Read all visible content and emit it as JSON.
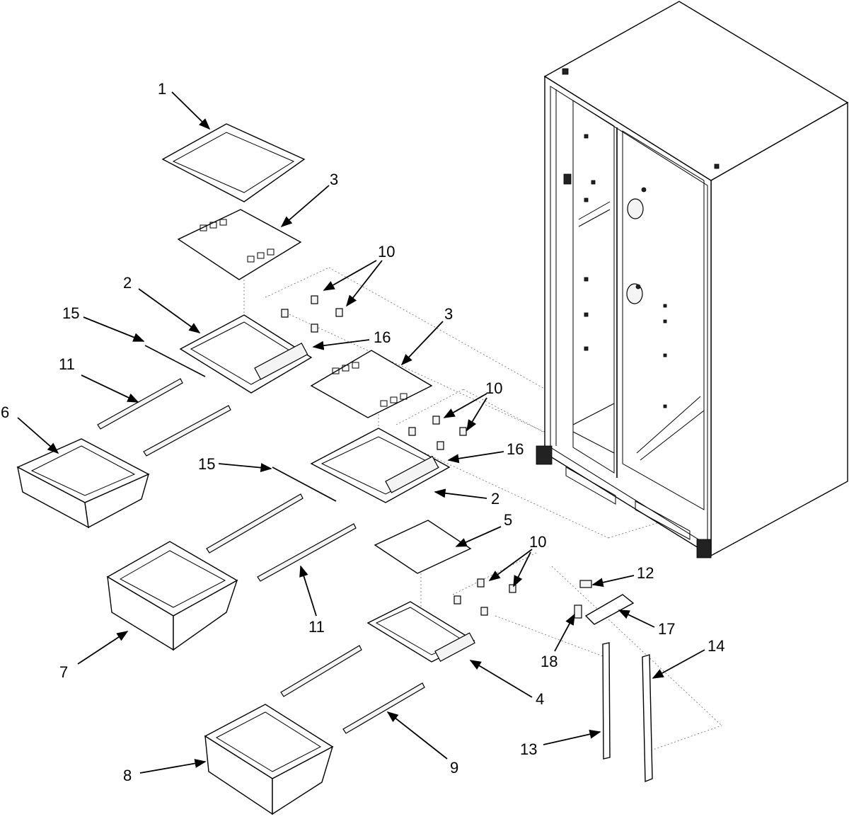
{
  "diagram": {
    "callouts": [
      {
        "id": "c1",
        "label": "1"
      },
      {
        "id": "c3a",
        "label": "3"
      },
      {
        "id": "c10a",
        "label": "10"
      },
      {
        "id": "c2a",
        "label": "2"
      },
      {
        "id": "c15a",
        "label": "15"
      },
      {
        "id": "c16a",
        "label": "16"
      },
      {
        "id": "c11a",
        "label": "11"
      },
      {
        "id": "c6",
        "label": "6"
      },
      {
        "id": "c3b",
        "label": "3"
      },
      {
        "id": "c10b",
        "label": "10"
      },
      {
        "id": "c16b",
        "label": "16"
      },
      {
        "id": "c15b",
        "label": "15"
      },
      {
        "id": "c2b",
        "label": "2"
      },
      {
        "id": "c5",
        "label": "5"
      },
      {
        "id": "c10c",
        "label": "10"
      },
      {
        "id": "c12",
        "label": "12"
      },
      {
        "id": "c17",
        "label": "17"
      },
      {
        "id": "c18",
        "label": "18"
      },
      {
        "id": "c11b",
        "label": "11"
      },
      {
        "id": "c7",
        "label": "7"
      },
      {
        "id": "c4",
        "label": "4"
      },
      {
        "id": "c14",
        "label": "14"
      },
      {
        "id": "c13",
        "label": "13"
      },
      {
        "id": "c9",
        "label": "9"
      },
      {
        "id": "c8",
        "label": "8"
      }
    ]
  }
}
